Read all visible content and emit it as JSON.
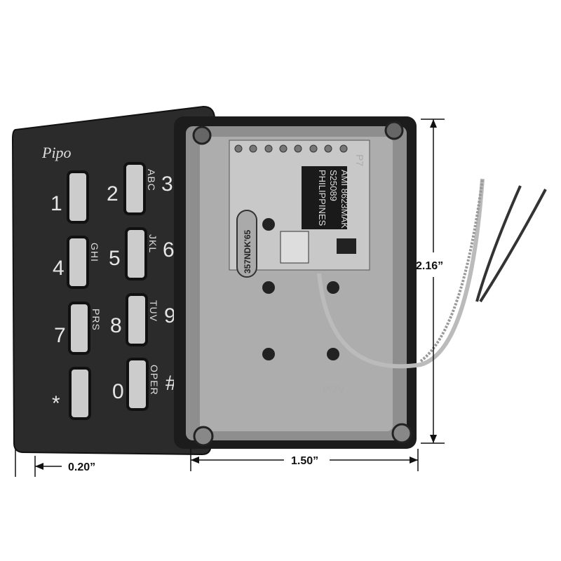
{
  "keypad": {
    "brand": "Pipo",
    "keys": [
      {
        "num": "1",
        "letters": ""
      },
      {
        "num": "2",
        "letters": "ABC"
      },
      {
        "num": "3",
        "letters": ""
      },
      {
        "num": "4",
        "letters": "GHI"
      },
      {
        "num": "5",
        "letters": "JKL"
      },
      {
        "num": "6",
        "letters": ""
      },
      {
        "num": "7",
        "letters": "PRS"
      },
      {
        "num": "8",
        "letters": "TUV"
      },
      {
        "num": "9",
        "letters": ""
      },
      {
        "num": "*",
        "letters": ""
      },
      {
        "num": "0",
        "letters": "OPER"
      },
      {
        "num": "#",
        "letters": ""
      }
    ]
  },
  "board": {
    "chip_lines": [
      "AMI 8623MAK",
      "S25089",
      "PHILIPPINES"
    ],
    "crystal": "357NDK'65",
    "pcb_label": "P-7V",
    "pin_label": "P7"
  },
  "dimensions": {
    "height": "2.16”",
    "width": "1.50”",
    "depth": "0.20”"
  }
}
